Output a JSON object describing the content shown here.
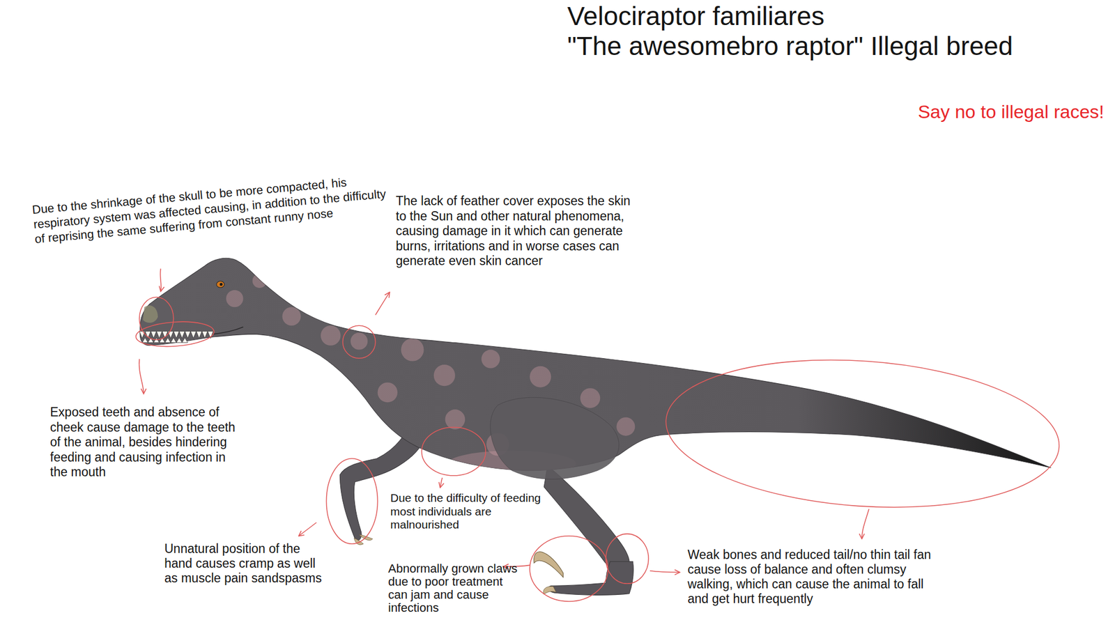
{
  "diagram": {
    "title": "Velociraptor familiares",
    "labels": [
      "\"The awesomebro raptor\" Illegal breed",
      "Say no to illegal races!",
      "Due to the shrinkage of the skull to be more compacted, his respiratory system was affected causing, in addition to the difficulty of reprising the same suffering from constant runny nose",
      "The lack of feather cover exposes the skin to the Sun and other natural phenomena, causing damage in it which can generate burns, irritations and in worse cases can generate even skin cancer",
      "Exposed teeth and absence of cheek cause damage to the teeth of the animal, besides hindering feeding and causing infection in the mouth",
      "Due to the difficulty of feeding most individuals are malnourished",
      "Unnatural position of the hand causes cramp as well as muscle pain sandspasms",
      "Abnormally grown claws due to poor treatment can jam and cause infections",
      "Weak bones and reduced tail/no thin tail fan cause loss of balance and often clumsy walking, which can cause the animal to fall and get hurt frequently"
    ]
  }
}
